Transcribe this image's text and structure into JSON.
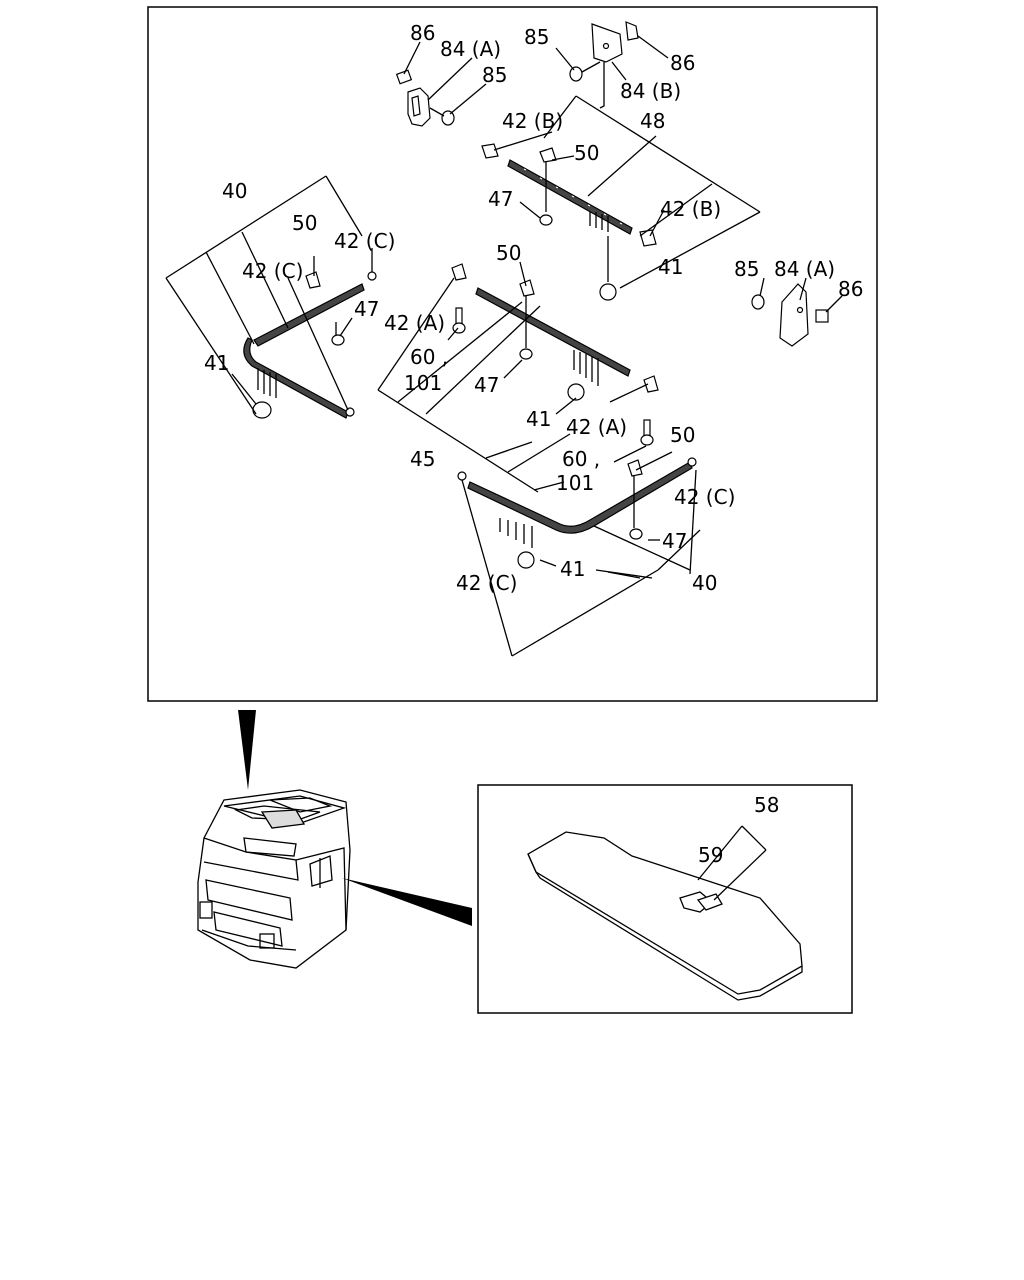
{
  "panels": {
    "main": {
      "labels": {
        "l86a": "86",
        "l84a1": "84 (A)",
        "l85a": "85",
        "l85b": "85",
        "l86b": "86",
        "l84b": "84 (B)",
        "l42b1": "42 (B)",
        "l48": "48",
        "l50a": "50",
        "l47a": "47",
        "l42b2": "42 (B)",
        "l41a": "41",
        "l85c": "85",
        "l84a2": "84 (A)",
        "l86c": "86",
        "l40a": "40",
        "l50b": "50",
        "l42c1": "42 (C)",
        "l42c2": "42 (C)",
        "l47b": "47",
        "l41b": "41",
        "l50c": "50",
        "l42a1": "42 (A)",
        "l60a": "60 ,",
        "l101a": "101",
        "l47c": "47",
        "l41c": "41",
        "l42a2": "42 (A)",
        "l50d": "50",
        "l45": "45",
        "l60b": "60 ,",
        "l101b": "101",
        "l42c3": "42 (C)",
        "l47d": "47",
        "l41d": "41",
        "l42c4": "42 (C)",
        "l40b": "40"
      }
    },
    "detail": {
      "labels": {
        "l58": "58",
        "l59": "59"
      }
    }
  }
}
